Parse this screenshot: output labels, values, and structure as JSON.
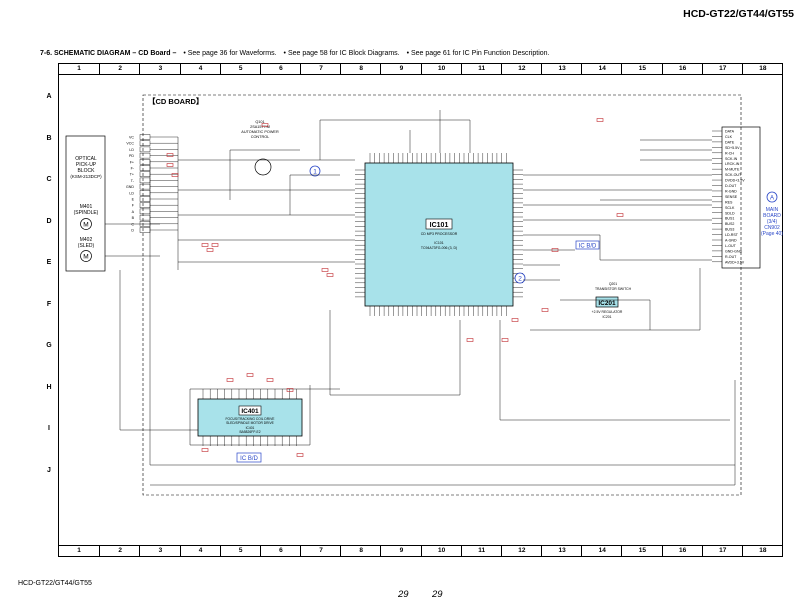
{
  "header": {
    "model": "HCD-GT22/GT44/GT55",
    "title": "7-6.  SCHEMATIC  DIAGRAM  – CD Board –",
    "notes": [
      "• See page 36 for Waveforms.",
      "• See page 58 for IC Block Diagrams.",
      "• See page 61 for IC Pin Function Description."
    ]
  },
  "grid": {
    "columns": [
      "1",
      "2",
      "3",
      "4",
      "5",
      "6",
      "7",
      "8",
      "9",
      "10",
      "11",
      "12",
      "13",
      "14",
      "15",
      "16",
      "17",
      "18"
    ],
    "rows": [
      "A",
      "B",
      "C",
      "D",
      "E",
      "F",
      "G",
      "H",
      "I",
      "J"
    ]
  },
  "board": {
    "title": "【CD BOARD】",
    "pickup_block": [
      "OPTICAL",
      "PICK-UP",
      "BLOCK",
      "(KSM-213DCP)"
    ],
    "m401": [
      "M401",
      "(SPINDLE)"
    ],
    "m402": [
      "M402",
      "(SLED)"
    ],
    "motor_symbol": "M",
    "q101_label": [
      "Q101",
      "2SA1577/M",
      "AUTOMATIC POWER",
      "CONTROL"
    ],
    "ic101": {
      "name": "IC101",
      "desc1": "CD MP3 PROCESSOR",
      "desc2": "IC101",
      "desc3": "TC94A73FG-006 (3, D)"
    },
    "ic401": {
      "name": "IC401",
      "desc1": "FOCUS/TRACKING COIL DRIVE",
      "desc2": "SLED/SPINDLE MOTOR DRIVE",
      "desc3": "IC401",
      "desc4": "BA5826FP-E2"
    },
    "ic201": {
      "name": "IC201",
      "desc1": "+2.5V REGULATOR",
      "desc2": "IC201"
    },
    "q201": {
      "label": "Q201",
      "desc": "TRANSISTOR SWITCH"
    },
    "ic_bd_1": "IC B/D",
    "ic_bd_2": "IC B/D",
    "marker1": "1",
    "marker2": "2",
    "main_board": {
      "circle": "A",
      "lines": [
        "MAIN",
        "BOARD",
        "(3/4)",
        "CN902",
        "(Page 40)"
      ]
    },
    "connector_signals": [
      "DATA",
      "CLK",
      "DATE",
      "SD+5.5V",
      "R-CH",
      "SCK-IN",
      "LRCK-IN",
      "M-MUTE",
      "SCK-OUT",
      "DVDD+3.5V",
      "D-OUT",
      "R-GND",
      "SENSE",
      "RES",
      "SCLK",
      "SDLD",
      "BUS1",
      "BUS2",
      "BUS3",
      "LD-RST",
      "A-GND",
      "L-OUT",
      "GND-GND",
      "R-OUT",
      "AVDD+3.5V"
    ],
    "pickup_pins": [
      "VC",
      "VCC",
      "LD",
      "PD",
      "F+",
      "F-",
      "T+",
      "T-",
      "GND",
      "LD",
      "E",
      "F",
      "A",
      "B",
      "C",
      "D"
    ]
  },
  "footer": {
    "left": "HCD-GT22/GT44/GT55",
    "page_left": "29",
    "page_right": "29"
  }
}
